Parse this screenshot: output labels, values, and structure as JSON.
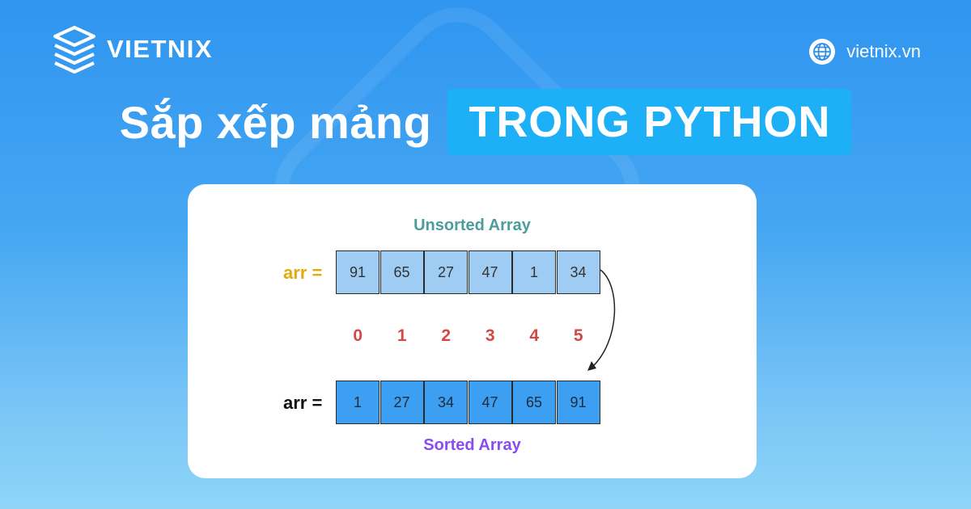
{
  "brand": {
    "name": "VIETNIX",
    "website": "vietnix.vn"
  },
  "headline": {
    "main": "Sắp xếp mảng",
    "highlight": "TRONG PYTHON"
  },
  "diagram": {
    "unsorted_title": "Unsorted Array",
    "sorted_title": "Sorted Array",
    "arr_label": "arr =",
    "unsorted": [
      "91",
      "65",
      "27",
      "47",
      "1",
      "34"
    ],
    "indices": [
      "0",
      "1",
      "2",
      "3",
      "4",
      "5"
    ],
    "sorted": [
      "1",
      "27",
      "34",
      "47",
      "65",
      "91"
    ]
  },
  "colors": {
    "headline_box": "#1eb0f7",
    "unsorted_cell": "#9fccf3",
    "sorted_cell": "#3d9ff2",
    "index": "#d24a44",
    "unsorted_title": "#4a9d9a",
    "sorted_title": "#8a4cf0",
    "arr_label_top": "#e2ab0c"
  }
}
